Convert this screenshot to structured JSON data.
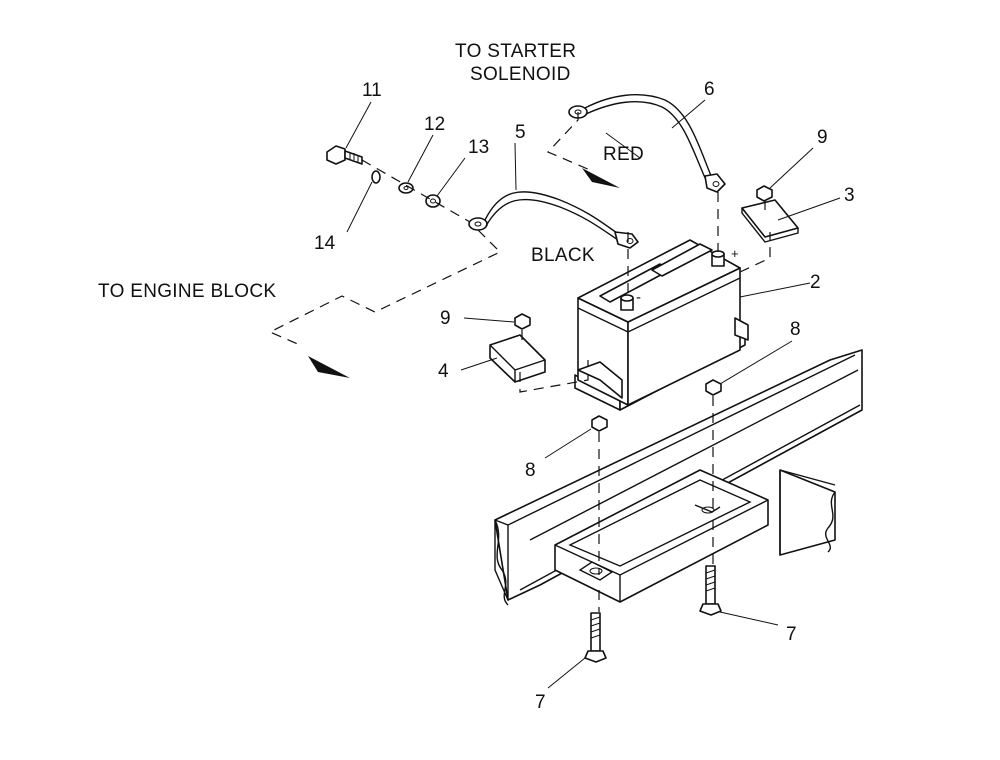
{
  "callouts": {
    "c2": "2",
    "c3": "3",
    "c4": "4",
    "c5": "5",
    "c6": "6",
    "c7a": "7",
    "c7b": "7",
    "c8a": "8",
    "c8b": "8",
    "c9a": "9",
    "c9b": "9",
    "c11": "11",
    "c12": "12",
    "c13": "13",
    "c14": "14"
  },
  "labels": {
    "to_starter_line1": "TO STARTER",
    "to_starter_line2": "SOLENOID",
    "red": "RED",
    "black": "BLACK",
    "to_engine_block": "TO ENGINE BLOCK",
    "plus": "+",
    "minus": "-"
  }
}
